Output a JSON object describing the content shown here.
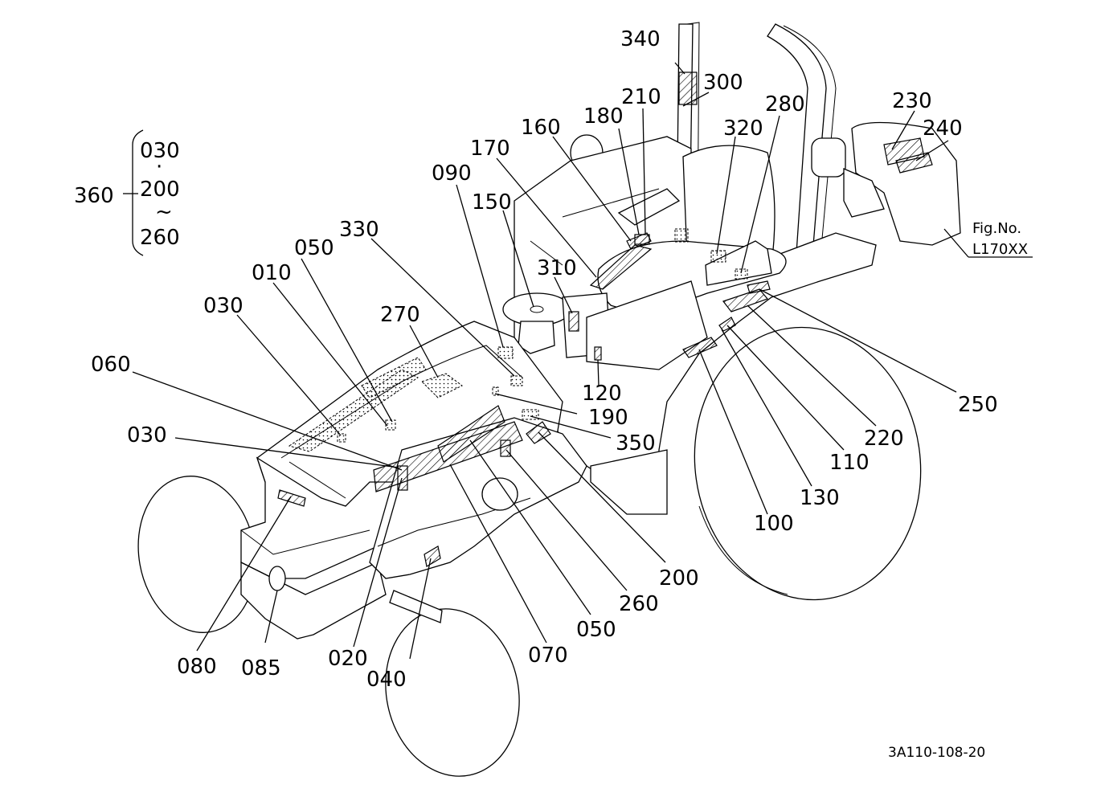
{
  "group": {
    "total": "360",
    "first": "030",
    "mid": "200",
    "last": "260"
  },
  "figure": {
    "title": "Fig.No.",
    "number": "L170XX"
  },
  "drawing_code": "3A110-108-20",
  "callouts": {
    "c340": "340",
    "c300": "300",
    "c210": "210",
    "c180": "180",
    "c160": "160",
    "c170": "170",
    "c090": "090",
    "c150": "150",
    "c330": "330",
    "c050a": "050",
    "c010": "010",
    "c030a": "030",
    "c270": "270",
    "c060": "060",
    "c030b": "030",
    "c310": "310",
    "c120": "120",
    "c190": "190",
    "c350": "350",
    "c320": "320",
    "c280": "280",
    "c230": "230",
    "c240": "240",
    "c250": "250",
    "c220": "220",
    "c110": "110",
    "c130": "130",
    "c100": "100",
    "c200": "200",
    "c260": "260",
    "c050b": "050",
    "c070": "070",
    "c040": "040",
    "c020": "020",
    "c085": "085",
    "c080": "080"
  }
}
